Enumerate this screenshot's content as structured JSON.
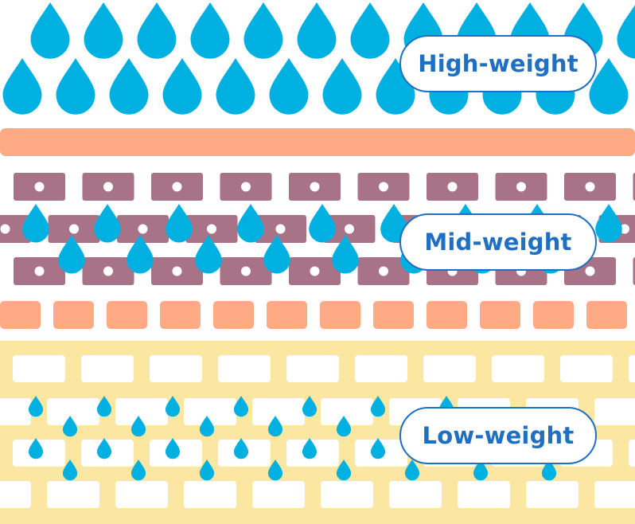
{
  "labels": {
    "high": "High-weight",
    "mid": "Mid-weight",
    "low": "Low-weight"
  },
  "colors": {
    "drop": "#00b0e0",
    "salmon": "#fdaa85",
    "mauve": "#a87387",
    "yellow": "#fbe6a2",
    "pill_text": "#1f6fc2",
    "pill_border": "#1f6fc2",
    "hole": "#ffffff"
  },
  "icons": {
    "drop": "water-drop-icon",
    "fabric_cell": "fabric-cell",
    "fabric_hole": "fabric-hole"
  }
}
